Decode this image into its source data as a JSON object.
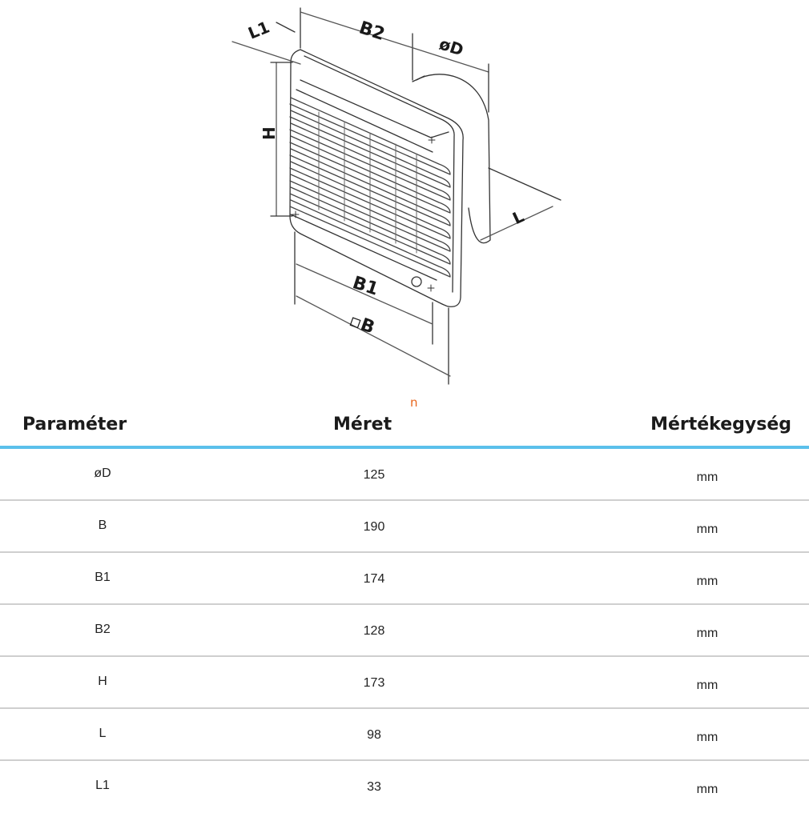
{
  "drawing": {
    "labels": {
      "l1": "L1",
      "b2": "B2",
      "d": "øD",
      "h": "H",
      "l": "L",
      "b1": "B1",
      "b": "▫B"
    },
    "stray_mark": "n"
  },
  "table": {
    "headers": {
      "parameter": "Paraméter",
      "size": "Méret",
      "unit": "Mértékegység"
    },
    "rows": [
      {
        "param": "øD",
        "value": "125",
        "unit": "mm"
      },
      {
        "param": "B",
        "value": "190",
        "unit": "mm"
      },
      {
        "param": "B1",
        "value": "174",
        "unit": "mm"
      },
      {
        "param": "B2",
        "value": "128",
        "unit": "mm"
      },
      {
        "param": "H",
        "value": "173",
        "unit": "mm"
      },
      {
        "param": "L",
        "value": "98",
        "unit": "mm"
      },
      {
        "param": "L1",
        "value": "33",
        "unit": "mm"
      }
    ]
  }
}
